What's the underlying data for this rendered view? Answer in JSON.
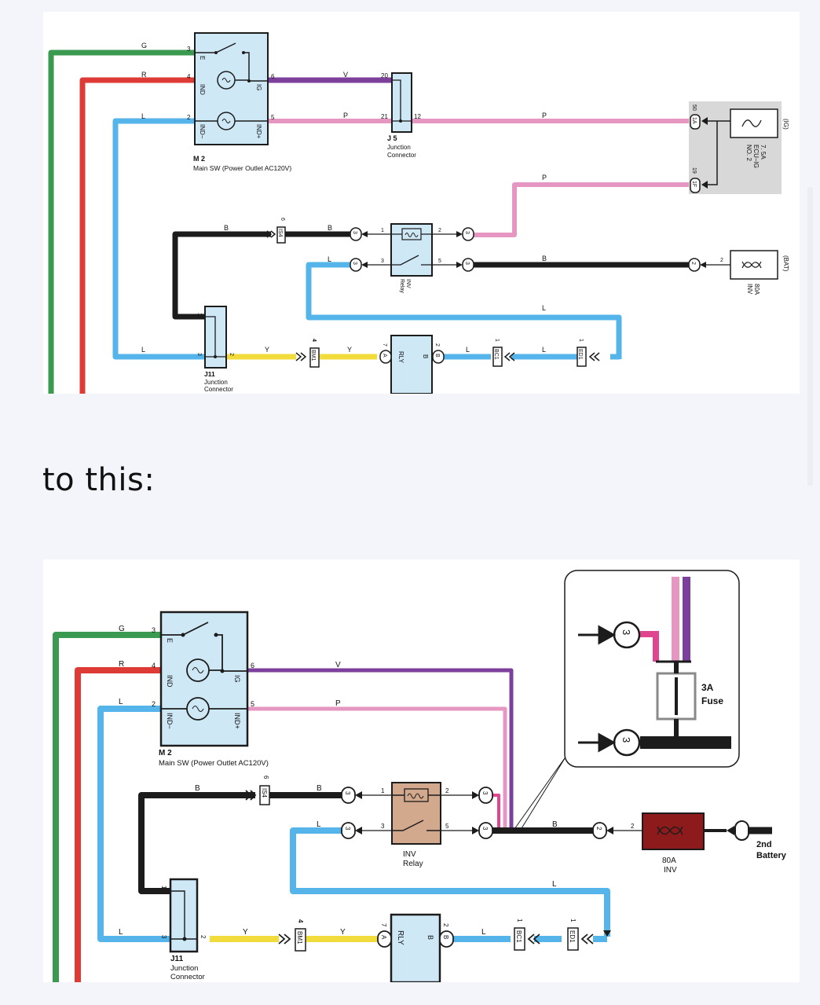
{
  "caption": "to this:",
  "colors": {
    "green": "#3a9a4f",
    "red": "#de3b37",
    "blue": "#55b4ea",
    "purple": "#7d3f9c",
    "pink": "#e597c2",
    "black": "#1c1c1c",
    "yellow": "#f2dc3c",
    "hotpink": "#e0458f",
    "box": "#cfe8f6",
    "relay_after": "#d3a98d",
    "fuse_after": "#8d1b1b"
  },
  "top": {
    "wire_g": "G",
    "wire_r": "R",
    "wire_l": "L",
    "wire_v": "V",
    "wire_p": "P",
    "wire_b": "B",
    "wire_y": "Y",
    "m2_pin3": "3",
    "m2_pin4": "4",
    "m2_pin2": "2",
    "m2_pin6": "6",
    "m2_pin5": "5",
    "m2_e": "E",
    "m2_ind": "IND",
    "m2_ind_minus": "IND−",
    "m2_ig": "IG",
    "m2_ind_plus": "IND+",
    "m2_id": "M 2",
    "m2_name": "Main SW (Power Outlet AC120V)",
    "j5_pin20": "20",
    "j5_pin21": "21",
    "j5_pin12": "12",
    "j5_id": "J 5",
    "j5_name1": "Junction",
    "j5_name2": "Connector",
    "ecu_c1": "1A",
    "ecu_p1": "50",
    "ecu_c2": "1F",
    "ecu_p2": "19",
    "ecu_l1": "7. 5A",
    "ecu_l2": "ECU−IG",
    "ecu_l3": "NO. 2",
    "ecu_tag": "(IG)",
    "is4": "IS4",
    "is4_pin": "6",
    "c3": "3",
    "relay_pin1": "1",
    "relay_pin2": "2",
    "relay_pin3": "3",
    "relay_pin5": "5",
    "relay_l1": "INV",
    "relay_l2": "Relay",
    "bat_pin": "2",
    "bat_l1": "80A",
    "bat_l2": "INV",
    "bat_tag": "(BAT)",
    "j11_pin1": "1",
    "j11_pin3": "3",
    "j11_pin2": "2",
    "j11_id": "J11",
    "j11_name1": "Junction",
    "j11_name2": "Connector",
    "bm1": "BM1",
    "bm1_pin": "4",
    "a_conn": "A",
    "a_pin": "7",
    "rly": "RLY",
    "rly_b": "B",
    "b_conn": "B",
    "b_pin": "2",
    "bc1": "BC1",
    "bc1_pin": "1",
    "ed1": "ED1",
    "ed1_pin": "1"
  },
  "bottom": {
    "wire_g": "G",
    "wire_r": "R",
    "wire_l": "L",
    "wire_v": "V",
    "wire_p": "P",
    "wire_b": "B",
    "wire_y": "Y",
    "m2_pin3": "3",
    "m2_pin4": "4",
    "m2_pin2": "2",
    "m2_pin6": "6",
    "m2_pin5": "5",
    "m2_e": "E",
    "m2_ind": "IND",
    "m2_ind_minus": "IND−",
    "m2_ig": "IG",
    "m2_ind_plus": "IND+",
    "m2_id": "M 2",
    "m2_name": "Main SW (Power Outlet AC120V)",
    "is4": "IS4",
    "is4_pin": "6",
    "c3": "3",
    "relay_pin1": "1",
    "relay_pin2": "2",
    "relay_pin3": "3",
    "relay_pin5": "5",
    "relay_l1": "INV",
    "relay_l2": "Relay",
    "fuse_pin": "2",
    "fuse_l1": "80A",
    "fuse_l2": "INV",
    "bat_conn": "2",
    "battery_l1": "2nd",
    "battery_l2": "Battery",
    "inset_fuse_l1": "3A",
    "inset_fuse_l2": "Fuse",
    "j11_pin1": "1",
    "j11_pin3": "3",
    "j11_pin2": "2",
    "j11_id": "J11",
    "j11_name1": "Junction",
    "j11_name2": "Connector",
    "bm1": "BM1",
    "bm1_pin": "4",
    "a_conn": "A",
    "a_pin": "7",
    "rly": "RLY",
    "rly_b": "B",
    "b_conn": "B",
    "b_pin": "2",
    "bc1": "BC1",
    "bc1_pin": "1",
    "ed1": "ED1",
    "ed1_pin": "1"
  }
}
